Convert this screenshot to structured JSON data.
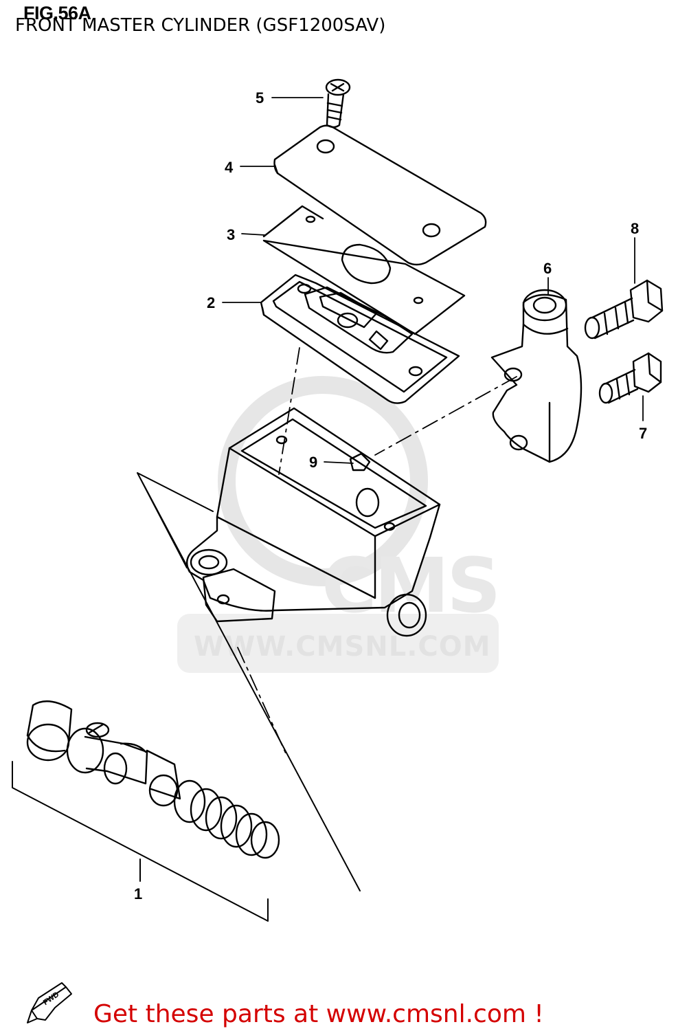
{
  "header": {
    "figure_number": "FIG.56A",
    "title": "FRONT MASTER CYLINDER (GSF1200SAV)"
  },
  "watermark": {
    "logo_text": "CMS",
    "url_text": "WWW.CMSNL.COM"
  },
  "callouts": [
    "1",
    "2",
    "3",
    "4",
    "5",
    "6",
    "7",
    "8",
    "9"
  ],
  "fwd_badge": "FWD",
  "footer": {
    "cta": "Get these parts at www.cmsnl.com !"
  },
  "colors": {
    "line": "#000000",
    "cta": "#d40000",
    "watermark": "#e0e0e0"
  }
}
